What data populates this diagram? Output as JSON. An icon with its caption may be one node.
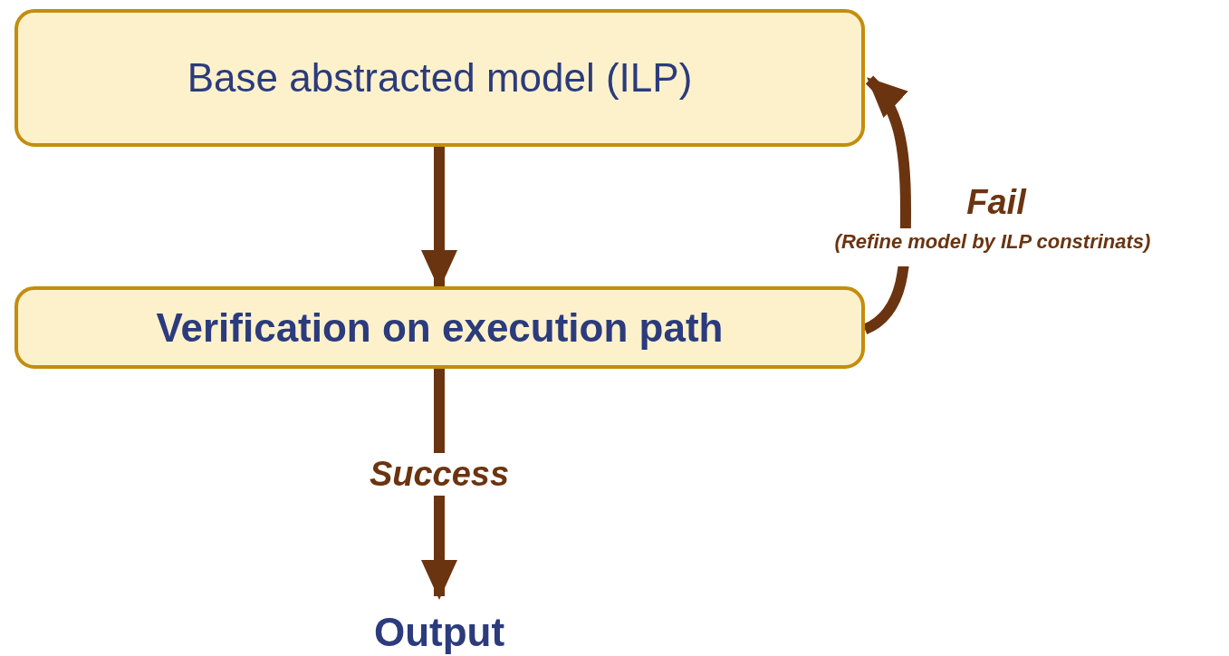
{
  "diagram": {
    "nodes": [
      {
        "text": [
          "Base abstracted model (ILP)"
        ]
      },
      {
        "text": [
          "Verification on execution path"
        ]
      },
      {
        "text": [
          "Output"
        ]
      }
    ],
    "edges": [
      {
        "from": 0,
        "to": 1,
        "arrow": "to"
      },
      {
        "from": 1,
        "to": 0,
        "arrow": "to",
        "label": "Fail"
      },
      {
        "from": 1,
        "to": 2,
        "arrow": "to",
        "label": "Success"
      }
    ],
    "labels": [
      "(Refine model by ILP constrinats)"
    ]
  }
}
